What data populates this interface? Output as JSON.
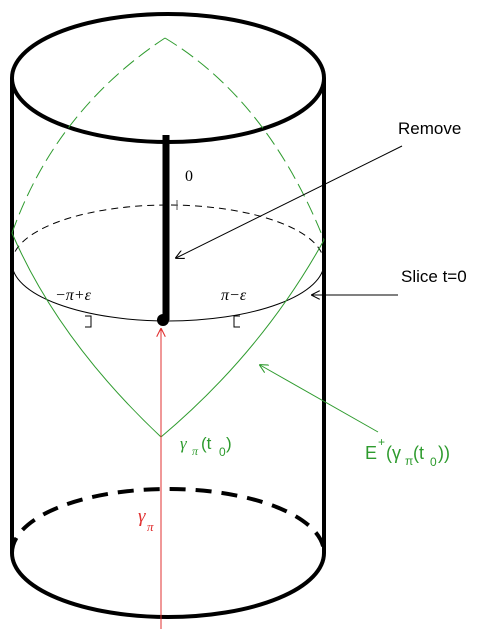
{
  "labels": {
    "remove": "Remove",
    "zero": "0",
    "slice": "Slice t=0",
    "left_interval": "−π+ε",
    "right_interval": "π−ε",
    "gamma_pi_t0": "γπ(t0)",
    "gamma_pi_t0_gamma": "γ",
    "gamma_pi_t0_sub": "π",
    "gamma_pi_t0_paren": "(t",
    "gamma_pi_t0_zero": "0",
    "gamma_pi_t0_close": ")",
    "gamma_pi": "γπ",
    "gamma_pi_gamma": "γ",
    "gamma_pi_sub": "π",
    "future_set": "E+(γπ(t0))",
    "future_E": "E",
    "future_plus": "+",
    "future_open": "(γ",
    "future_sub_pi": "π",
    "future_t": "(t",
    "future_sub_zero": "0",
    "future_close": "))"
  },
  "colors": {
    "cylinder": "#000000",
    "light_cone": "#2e9b2e",
    "curve": "#e03030",
    "arrow": "#000000"
  }
}
